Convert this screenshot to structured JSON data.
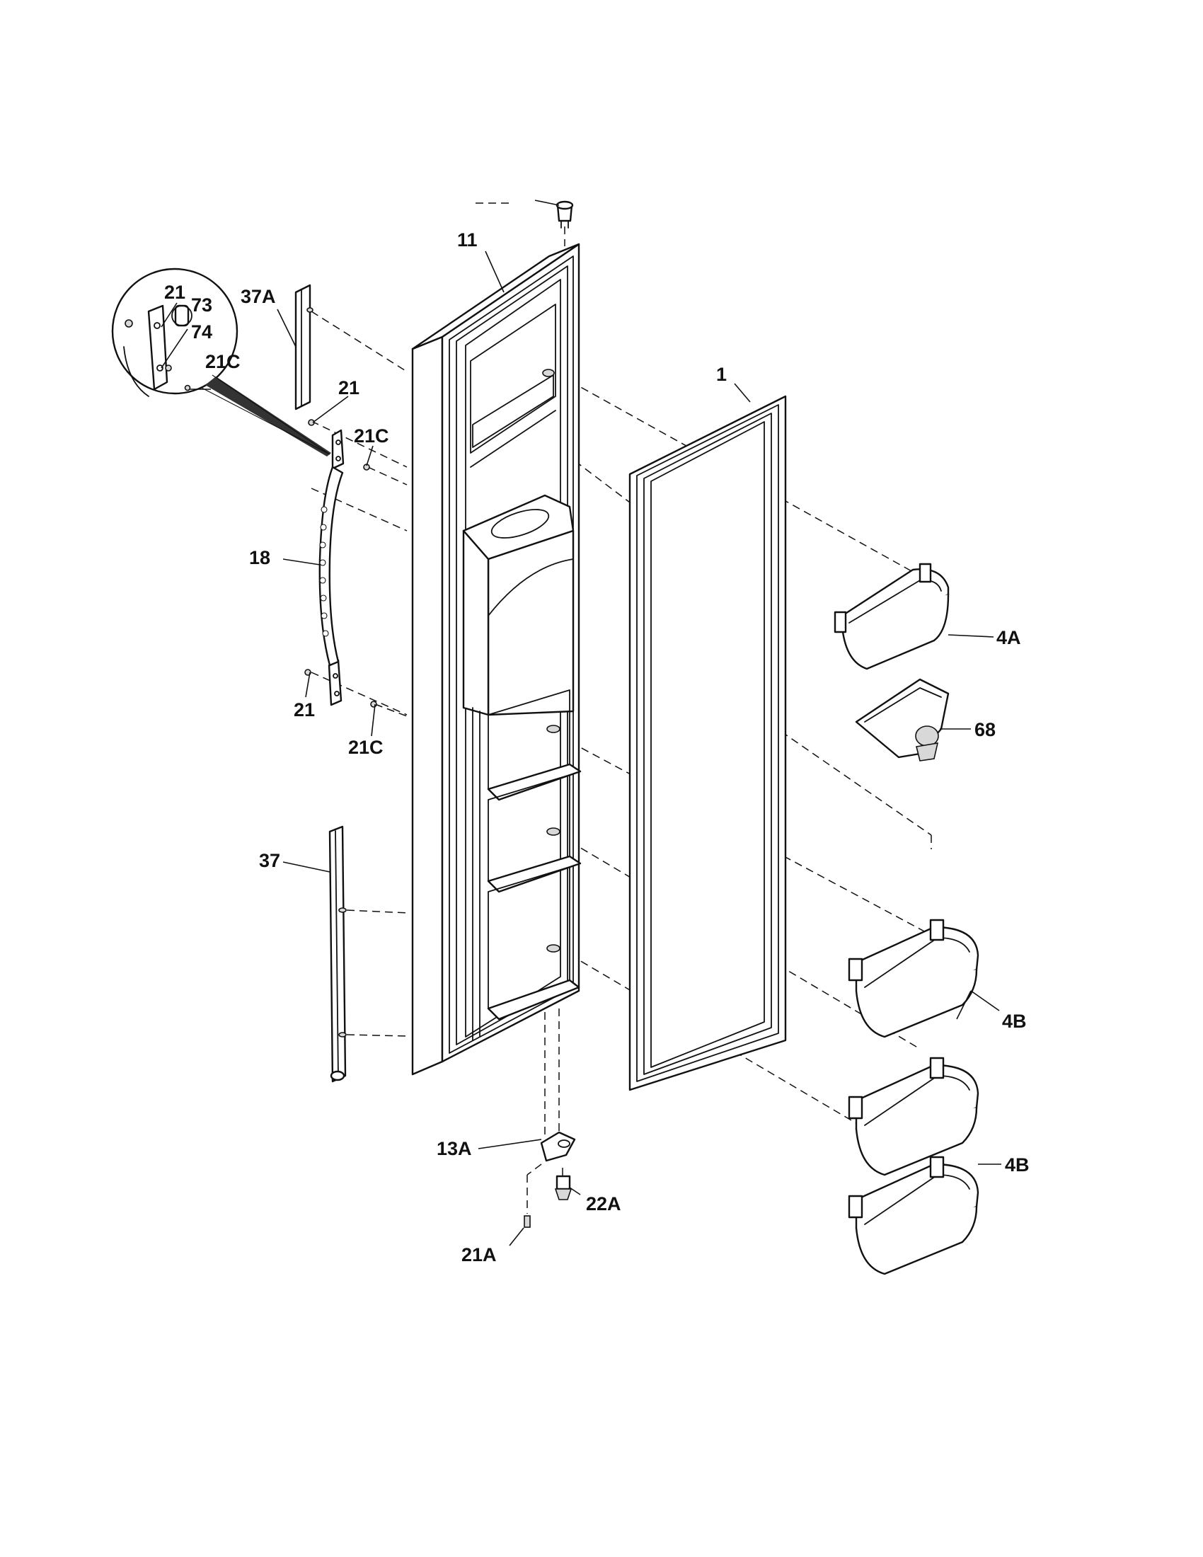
{
  "diagram": {
    "callouts": {
      "c1": "1",
      "c4a": "4A",
      "c4b_upper": "4B",
      "c4b_lower": "4B",
      "c11": "11",
      "c13a": "13A",
      "c18": "18",
      "c21_detail": "21",
      "c21_upper": "21",
      "c21_lower": "21",
      "c21a": "21A",
      "c21c_detail": "21C",
      "c21c_upper": "21C",
      "c21c_lower": "21C",
      "c22a": "22A",
      "c37": "37",
      "c37a": "37A",
      "c68": "68",
      "c73": "73",
      "c74": "74"
    }
  }
}
